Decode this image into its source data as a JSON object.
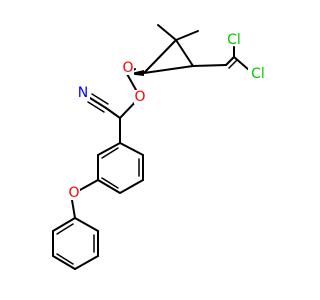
{
  "atoms": {
    "oxygen_carbonyl": "O",
    "oxygen_ester": "O",
    "nitrogen": "N",
    "oxygen_ether": "O",
    "chlorine_1": "Cl",
    "chlorine_2": "Cl"
  },
  "colors": {
    "oxygen": "#ff0000",
    "nitrogen": "#0000ff",
    "chlorine": "#00cc00",
    "bond": "#000000",
    "background": "#ffffff"
  }
}
